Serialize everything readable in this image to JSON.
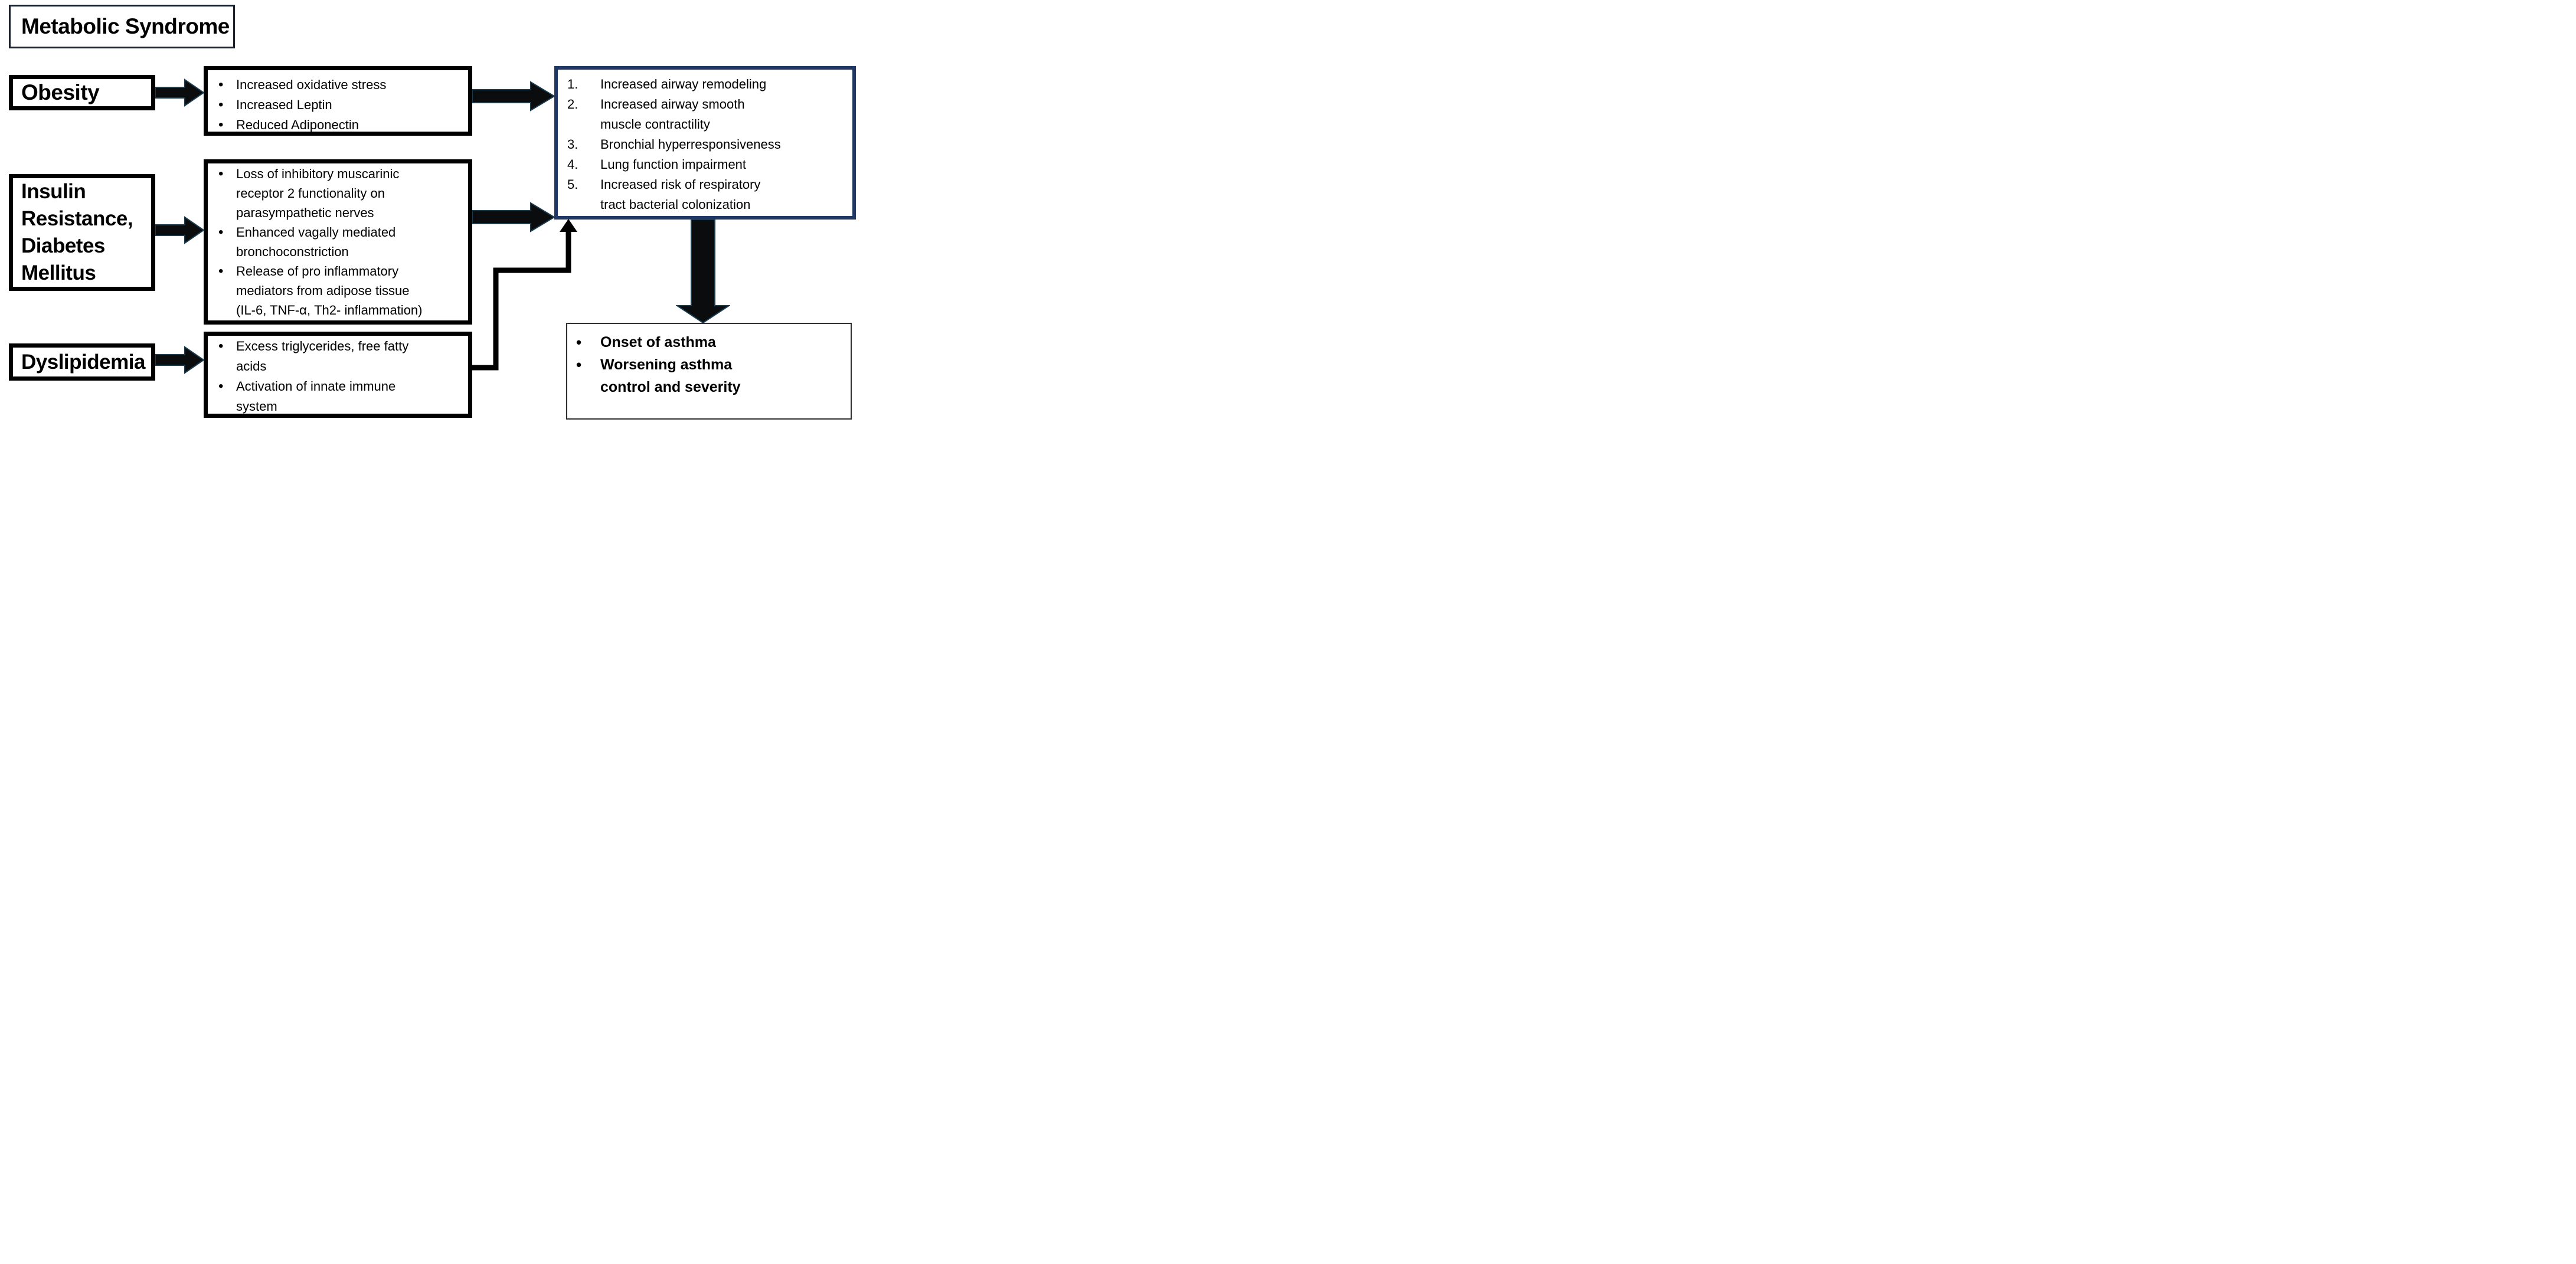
{
  "header": {
    "title": "Metabolic Syndrome"
  },
  "factors": {
    "obesity": {
      "label": "Obesity"
    },
    "insulin": {
      "label": "Insulin\nResistance,\nDiabetes\nMellitus"
    },
    "dyslipidemia": {
      "label": "Dyslipidemia"
    }
  },
  "obesity_effects": {
    "items": [
      "Increased oxidative stress",
      "Increased Leptin",
      "Reduced Adiponectin"
    ]
  },
  "insulin_effects": {
    "items": [
      "Loss of inhibitory muscarinic\nreceptor 2 functionality on\nparasympathetic nerves",
      "Enhanced vagally mediated\nbronchoconstriction",
      "Release of pro inflammatory\nmediators from adipose tissue\n(IL-6, TNF-α, Th2- inflammation)"
    ]
  },
  "dyslipidemia_effects": {
    "items": [
      "Excess triglycerides, free fatty\nacids",
      "Activation of innate immune\nsystem"
    ]
  },
  "airway_effects": {
    "items": [
      {
        "num": "1.",
        "text": "Increased airway remodeling"
      },
      {
        "num": "2.",
        "text": "Increased airway smooth\nmuscle contractility"
      },
      {
        "num": "3.",
        "text": "Bronchial hyperresponsiveness"
      },
      {
        "num": "4.",
        "text": "Lung function impairment"
      },
      {
        "num": "5.",
        "text": "Increased risk of respiratory\ntract bacterial colonization"
      }
    ]
  },
  "asthma_outcomes": {
    "items": [
      "Onset of asthma",
      "Worsening asthma\ncontrol and severity"
    ]
  },
  "colors": {
    "outcome_list_border": "#203864",
    "box_border": "#000000",
    "arrow_fill": "#0a0c0e",
    "arrow_outline": "#1a3c4e"
  }
}
